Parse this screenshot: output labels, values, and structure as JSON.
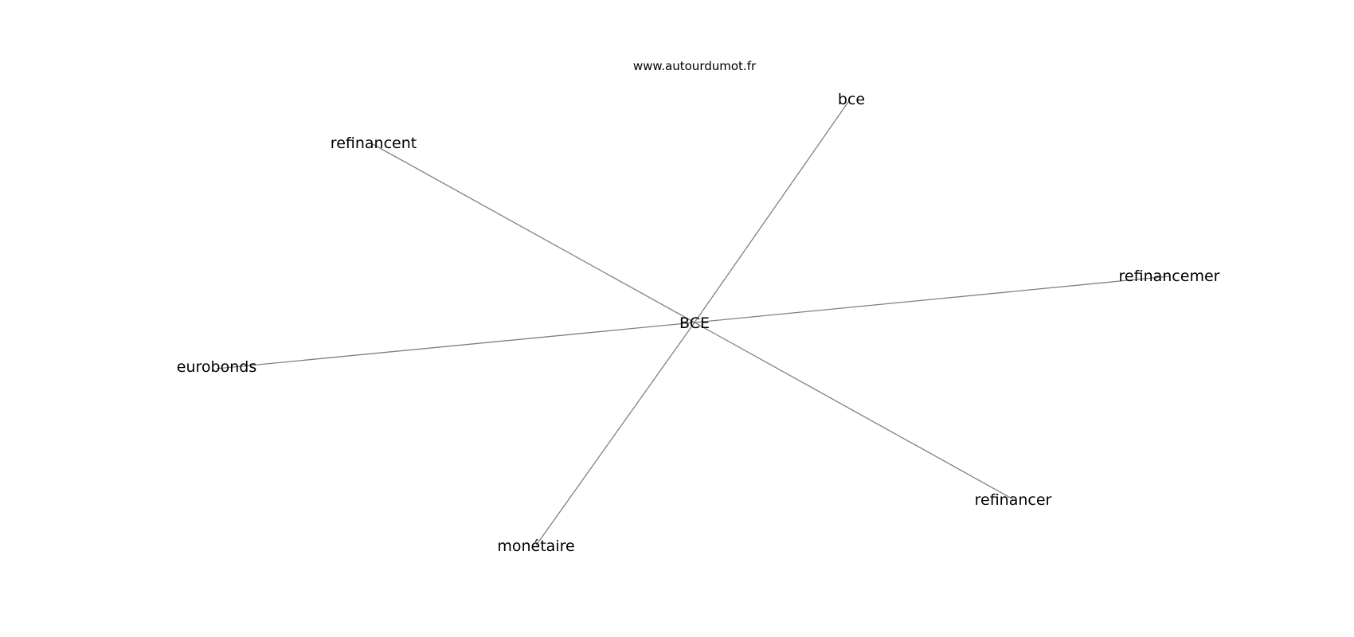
{
  "watermark": "www.autourdumot.fr",
  "graph": {
    "center": {
      "id": "bce-center",
      "label": "BCE"
    },
    "neighbors": [
      {
        "id": "bce",
        "label": "bce"
      },
      {
        "id": "refinancent",
        "label": "refinancent"
      },
      {
        "id": "refinancemer",
        "label": "refinancemer"
      },
      {
        "id": "eurobonds",
        "label": "eurobonds"
      },
      {
        "id": "refinancer",
        "label": "refinancer"
      },
      {
        "id": "monetaire",
        "label": "monétaire"
      }
    ]
  },
  "colors": {
    "edge": "#808080",
    "text": "#000000",
    "background": "#ffffff"
  }
}
